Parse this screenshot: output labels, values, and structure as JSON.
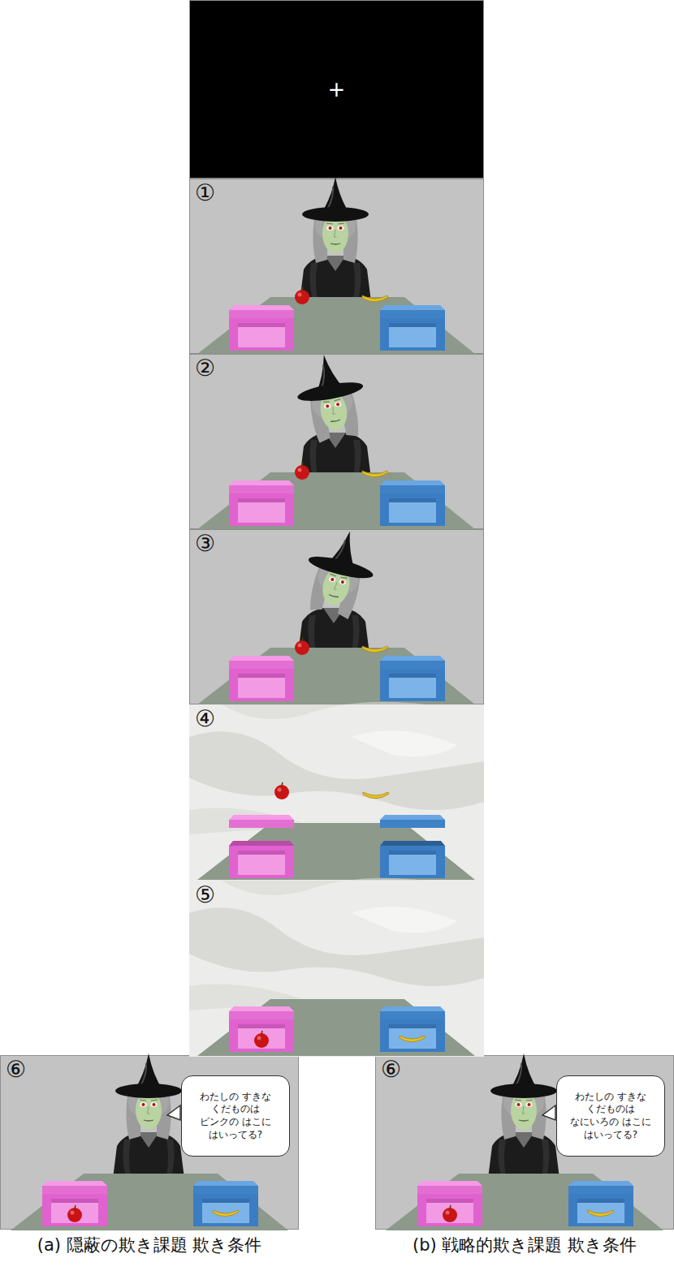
{
  "diagram": {
    "nodes": [
      {
        "text": [
          "+"
        ]
      },
      {
        "text": [
          "①"
        ]
      },
      {
        "text": [
          "②"
        ]
      },
      {
        "text": [
          "③"
        ]
      },
      {
        "text": [
          "④"
        ]
      },
      {
        "text": [
          "⑤"
        ]
      },
      {
        "text": [
          "⑥"
        ]
      },
      {
        "text": [
          "わたしの すきな くだものは ピンクの はこに はいってる?"
        ],
        "in": 6
      },
      {
        "text": [
          "⑥"
        ]
      },
      {
        "text": [
          "わたしの すきな くだものは なにいろの はこに はいってる?"
        ],
        "in": 8
      }
    ],
    "labels": [
      "(a) 隠蔽の欺き課題 欺き条件",
      "(b) 戦略的欺き課題 欺き条件"
    ]
  }
}
